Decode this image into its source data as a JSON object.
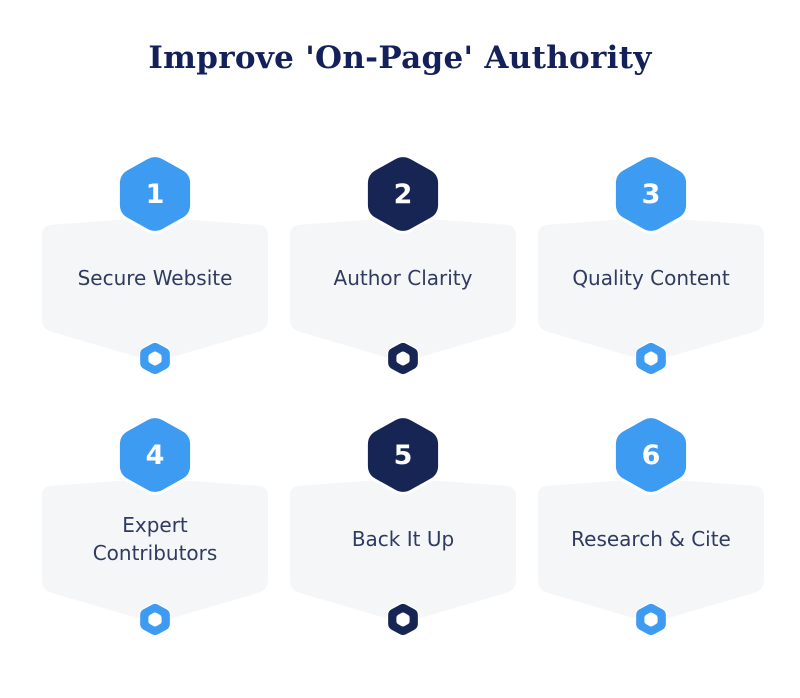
{
  "title": "Improve 'On-Page' Authority",
  "colors": {
    "background": "#ffffff",
    "title": "#13205a",
    "card_bg": "#f5f6f7",
    "card_text": "#2f3b5f",
    "blue": "#3d9cf2",
    "navy": "#162554",
    "badge_text": "#ffffff"
  },
  "cards": [
    {
      "number": "1",
      "label": "Secure Website",
      "variant": "blue"
    },
    {
      "number": "2",
      "label": "Author Clarity",
      "variant": "navy"
    },
    {
      "number": "3",
      "label": "Quality Content",
      "variant": "blue"
    },
    {
      "number": "4",
      "label": "Expert Contributors",
      "variant": "blue"
    },
    {
      "number": "5",
      "label": "Back It Up",
      "variant": "navy"
    },
    {
      "number": "6",
      "label": "Research & Cite",
      "variant": "blue"
    }
  ]
}
